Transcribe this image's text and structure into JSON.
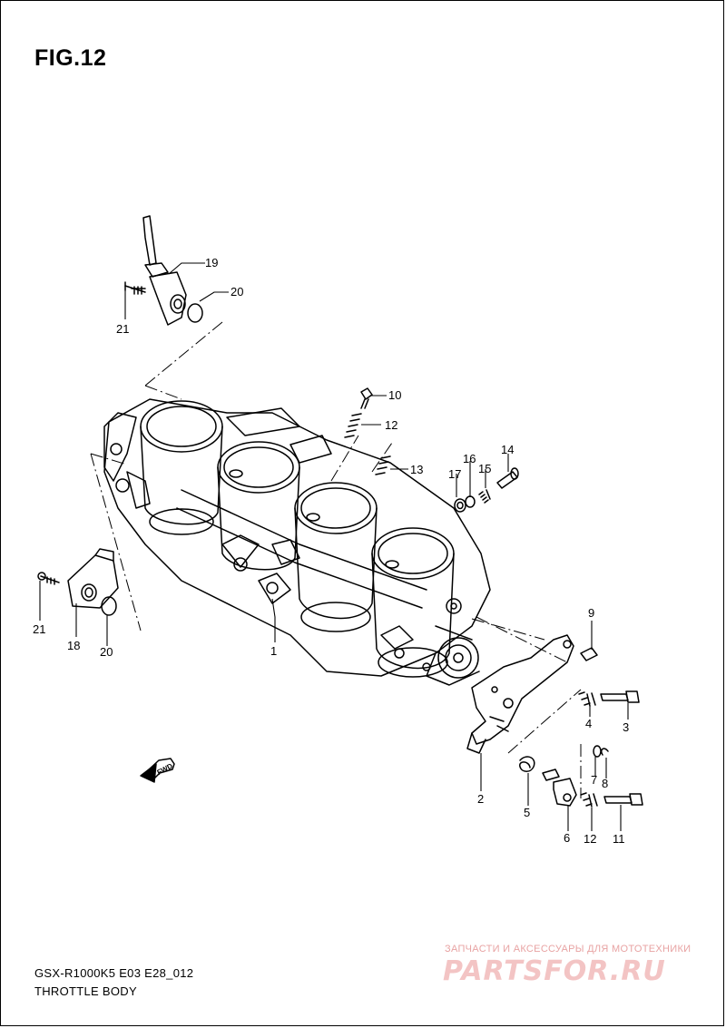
{
  "figure": {
    "title": "FIG.12"
  },
  "callouts": {
    "c1": "1",
    "c2": "2",
    "c3": "3",
    "c4": "4",
    "c5": "5",
    "c6": "6",
    "c7": "7",
    "c8": "8",
    "c9": "9",
    "c10": "10",
    "c11": "11",
    "c12a": "12",
    "c12b": "12",
    "c13": "13",
    "c14": "14",
    "c15": "15",
    "c16": "16",
    "c17": "17",
    "c18": "18",
    "c19": "19",
    "c20a": "20",
    "c20b": "20",
    "c21a": "21",
    "c21b": "21"
  },
  "fwd_label": "FWD",
  "footer": {
    "model_code": "GSX-R1000K5 E03 E28_012",
    "section_name": "THROTTLE BODY"
  },
  "watermark": {
    "line1": "ЗАПЧАСТИ И АКСЕССУАРЫ ДЛЯ МОТОТЕХНИКИ",
    "logo": "PARTSFOR.RU"
  }
}
